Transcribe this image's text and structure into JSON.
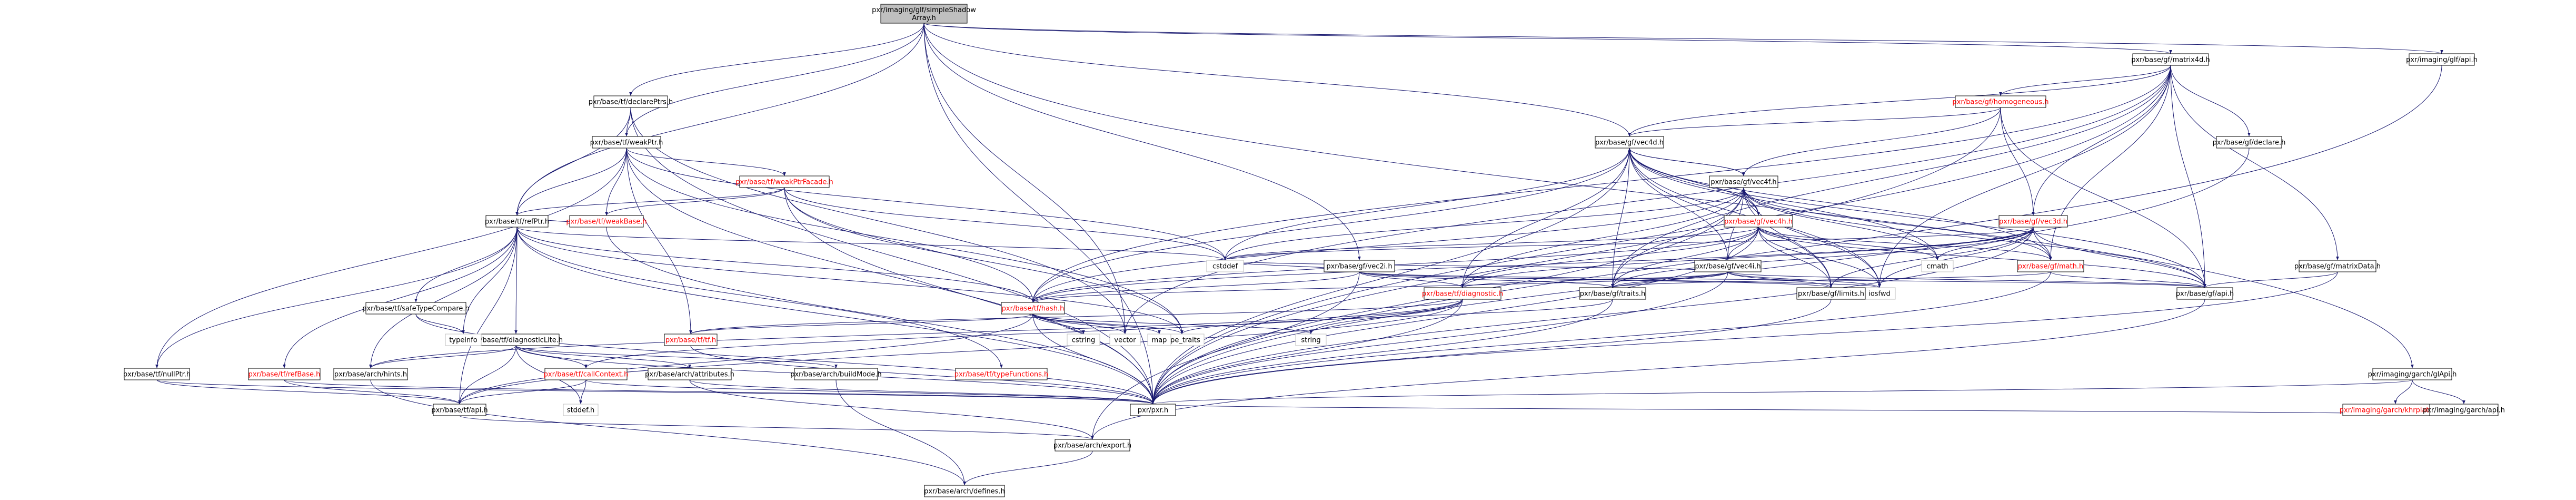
{
  "colors": {
    "edge": "#191970",
    "root_fill": "#bfbfbf",
    "link_text": "#000000",
    "truncated_text": "#ff0000",
    "system_border": "#bfbfbf"
  },
  "nodes": [
    {
      "id": "root",
      "label": "pxr/imaging/glf/simpleShadow\nArray.h",
      "kind": "root"
    },
    {
      "id": "declarePtrs",
      "label": "pxr/base/tf/declarePtrs.h",
      "kind": "link"
    },
    {
      "id": "weakPtr",
      "label": "pxr/base/tf/weakPtr.h",
      "kind": "link"
    },
    {
      "id": "refPtr",
      "label": "pxr/base/tf/refPtr.h",
      "kind": "link"
    },
    {
      "id": "weakPtrFacade",
      "label": "pxr/base/tf/weakPtrFacade.h",
      "kind": "truncated"
    },
    {
      "id": "weakBase",
      "label": "pxr/base/tf/weakBase.h",
      "kind": "truncated"
    },
    {
      "id": "safeTypeCompare",
      "label": "pxr/base/tf/safeTypeCompare.h",
      "kind": "link"
    },
    {
      "id": "diagnosticLite",
      "label": "pxr/base/tf/diagnosticLite.h",
      "kind": "link"
    },
    {
      "id": "nullPtr",
      "label": "pxr/base/tf/nullPtr.h",
      "kind": "link"
    },
    {
      "id": "refBase",
      "label": "pxr/base/tf/refBase.h",
      "kind": "truncated"
    },
    {
      "id": "hints",
      "label": "pxr/base/arch/hints.h",
      "kind": "link"
    },
    {
      "id": "callContext",
      "label": "pxr/base/tf/callContext.h",
      "kind": "truncated"
    },
    {
      "id": "attributes",
      "label": "pxr/base/arch/attributes.h",
      "kind": "link"
    },
    {
      "id": "tfApi",
      "label": "pxr/base/tf/api.h",
      "kind": "link"
    },
    {
      "id": "tfTf",
      "label": "pxr/base/tf/tf.h",
      "kind": "truncated"
    },
    {
      "id": "tfHash",
      "label": "pxr/base/tf/hash.h",
      "kind": "truncated"
    },
    {
      "id": "buildMode",
      "label": "pxr/base/arch/buildMode.h",
      "kind": "link"
    },
    {
      "id": "typeFunctions",
      "label": "pxr/base/tf/typeFunctions.h",
      "kind": "truncated"
    },
    {
      "id": "archExport",
      "label": "pxr/base/arch/export.h",
      "kind": "link"
    },
    {
      "id": "archDefines",
      "label": "pxr/base/arch/defines.h",
      "kind": "link"
    },
    {
      "id": "pxr",
      "label": "pxr/pxr.h",
      "kind": "link"
    },
    {
      "id": "typeinfo",
      "label": "typeinfo",
      "kind": "system"
    },
    {
      "id": "cstddef",
      "label": "cstddef",
      "kind": "system"
    },
    {
      "id": "vector",
      "label": "vector",
      "kind": "system"
    },
    {
      "id": "type_traits",
      "label": "type_traits",
      "kind": "system"
    },
    {
      "id": "cstring",
      "label": "cstring",
      "kind": "system"
    },
    {
      "id": "map",
      "label": "map",
      "kind": "system"
    },
    {
      "id": "string",
      "label": "string",
      "kind": "system"
    },
    {
      "id": "stddef",
      "label": "stddef.h",
      "kind": "system"
    },
    {
      "id": "cmath",
      "label": "cmath",
      "kind": "system"
    },
    {
      "id": "iosfwd",
      "label": "iosfwd",
      "kind": "system"
    },
    {
      "id": "vec2i",
      "label": "pxr/base/gf/vec2i.h",
      "kind": "link"
    },
    {
      "id": "vec4d",
      "label": "pxr/base/gf/vec4d.h",
      "kind": "link"
    },
    {
      "id": "vec4f",
      "label": "pxr/base/gf/vec4f.h",
      "kind": "link"
    },
    {
      "id": "vec4h",
      "label": "pxr/base/gf/vec4h.h",
      "kind": "truncated"
    },
    {
      "id": "vec4i",
      "label": "pxr/base/gf/vec4i.h",
      "kind": "link"
    },
    {
      "id": "vec3d",
      "label": "pxr/base/gf/vec3d.h",
      "kind": "truncated"
    },
    {
      "id": "gfMath",
      "label": "pxr/base/gf/math.h",
      "kind": "truncated"
    },
    {
      "id": "diagnostic",
      "label": "pxr/base/tf/diagnostic.h",
      "kind": "truncated"
    },
    {
      "id": "gfTraits",
      "label": "pxr/base/gf/traits.h",
      "kind": "link"
    },
    {
      "id": "gfLimits",
      "label": "pxr/base/gf/limits.h",
      "kind": "link"
    },
    {
      "id": "gfApi",
      "label": "pxr/base/gf/api.h",
      "kind": "link"
    },
    {
      "id": "matrix4d",
      "label": "pxr/base/gf/matrix4d.h",
      "kind": "link"
    },
    {
      "id": "homogeneous",
      "label": "pxr/base/gf/homogeneous.h",
      "kind": "truncated"
    },
    {
      "id": "gfDeclare",
      "label": "pxr/base/gf/declare.h",
      "kind": "link"
    },
    {
      "id": "matrixData",
      "label": "pxr/base/gf/matrixData.h",
      "kind": "link"
    },
    {
      "id": "glfApi",
      "label": "pxr/imaging/glf/api.h",
      "kind": "link"
    },
    {
      "id": "garchGlApi",
      "label": "pxr/imaging/garch/glApi.h",
      "kind": "link"
    },
    {
      "id": "khrplatform",
      "label": "pxr/imaging/garch/khrplatform.h",
      "kind": "truncated"
    },
    {
      "id": "garchApi",
      "label": "pxr/imaging/garch/api.h",
      "kind": "link"
    }
  ],
  "edges": [
    [
      "root",
      "declarePtrs"
    ],
    [
      "root",
      "weakPtr"
    ],
    [
      "root",
      "refPtr"
    ],
    [
      "root",
      "vector"
    ],
    [
      "root",
      "pxr"
    ],
    [
      "root",
      "vec2i"
    ],
    [
      "root",
      "matrix4d"
    ],
    [
      "root",
      "vec4d"
    ],
    [
      "root",
      "glfApi"
    ],
    [
      "root",
      "garchGlApi"
    ],
    [
      "declarePtrs",
      "weakPtr"
    ],
    [
      "declarePtrs",
      "refPtr"
    ],
    [
      "declarePtrs",
      "vector"
    ],
    [
      "declarePtrs",
      "pxr"
    ],
    [
      "weakPtr",
      "refPtr"
    ],
    [
      "weakPtr",
      "weakPtrFacade"
    ],
    [
      "weakPtr",
      "weakBase"
    ],
    [
      "weakPtr",
      "nullPtr"
    ],
    [
      "weakPtr",
      "tfTf"
    ],
    [
      "weakPtr",
      "cstddef"
    ],
    [
      "weakPtr",
      "type_traits"
    ],
    [
      "weakPtr",
      "pxr"
    ],
    [
      "weakPtrFacade",
      "refPtr"
    ],
    [
      "weakPtrFacade",
      "weakBase"
    ],
    [
      "weakPtrFacade",
      "tfHash"
    ],
    [
      "weakPtrFacade",
      "cstddef"
    ],
    [
      "weakPtrFacade",
      "type_traits"
    ],
    [
      "weakPtrFacade",
      "pxr"
    ],
    [
      "weakBase",
      "refPtr"
    ],
    [
      "weakBase",
      "pxr"
    ],
    [
      "refPtr",
      "safeTypeCompare"
    ],
    [
      "refPtr",
      "diagnosticLite"
    ],
    [
      "refPtr",
      "nullPtr"
    ],
    [
      "refPtr",
      "refBase"
    ],
    [
      "refPtr",
      "hints"
    ],
    [
      "refPtr",
      "tfApi"
    ],
    [
      "refPtr",
      "tfHash"
    ],
    [
      "refPtr",
      "typeinfo"
    ],
    [
      "refPtr",
      "cstddef"
    ],
    [
      "refPtr",
      "type_traits"
    ],
    [
      "refPtr",
      "typeFunctions"
    ],
    [
      "refPtr",
      "pxr"
    ],
    [
      "safeTypeCompare",
      "typeinfo"
    ],
    [
      "safeTypeCompare",
      "pxr"
    ],
    [
      "diagnosticLite",
      "tfApi"
    ],
    [
      "diagnosticLite",
      "callContext"
    ],
    [
      "diagnosticLite",
      "attributes"
    ],
    [
      "diagnosticLite",
      "buildMode"
    ],
    [
      "diagnosticLite",
      "hints"
    ],
    [
      "diagnosticLite",
      "stddef"
    ],
    [
      "diagnosticLite",
      "pxr"
    ],
    [
      "nullPtr",
      "tfApi"
    ],
    [
      "nullPtr",
      "pxr"
    ],
    [
      "refBase",
      "tfApi"
    ],
    [
      "refBase",
      "pxr"
    ],
    [
      "hints",
      "archDefines"
    ],
    [
      "callContext",
      "tfApi"
    ],
    [
      "callContext",
      "stddef"
    ],
    [
      "callContext",
      "pxr"
    ],
    [
      "attributes",
      "archExport"
    ],
    [
      "attributes",
      "pxr"
    ],
    [
      "tfApi",
      "archExport"
    ],
    [
      "tfHash",
      "tfTf"
    ],
    [
      "tfHash",
      "cstring"
    ],
    [
      "tfHash",
      "map"
    ],
    [
      "tfHash",
      "string"
    ],
    [
      "tfHash",
      "type_traits"
    ],
    [
      "tfHash",
      "vector"
    ],
    [
      "tfHash",
      "pxr"
    ],
    [
      "tfHash",
      "tfApi"
    ],
    [
      "tfTf",
      "pxr"
    ],
    [
      "buildMode",
      "archDefines"
    ],
    [
      "archExport",
      "archDefines"
    ],
    [
      "vec2i",
      "diagnostic"
    ],
    [
      "vec2i",
      "gfApi"
    ],
    [
      "vec2i",
      "gfLimits"
    ],
    [
      "vec2i",
      "gfTraits"
    ],
    [
      "vec2i",
      "tfHash"
    ],
    [
      "vec2i",
      "cstddef"
    ],
    [
      "vec2i",
      "iosfwd"
    ],
    [
      "vec2i",
      "pxr"
    ],
    [
      "vec4d",
      "vec4f"
    ],
    [
      "vec4d",
      "vec4h"
    ],
    [
      "vec4d",
      "vec4i"
    ],
    [
      "vec4d",
      "diagnostic"
    ],
    [
      "vec4d",
      "gfApi"
    ],
    [
      "vec4d",
      "gfLimits"
    ],
    [
      "vec4d",
      "gfTraits"
    ],
    [
      "vec4d",
      "gfMath"
    ],
    [
      "vec4d",
      "tfHash"
    ],
    [
      "vec4d",
      "cstddef"
    ],
    [
      "vec4d",
      "cmath"
    ],
    [
      "vec4d",
      "iosfwd"
    ],
    [
      "vec4d",
      "pxr"
    ],
    [
      "vec4f",
      "vec4d"
    ],
    [
      "vec4f",
      "vec4h"
    ],
    [
      "vec4f",
      "vec4i"
    ],
    [
      "vec4f",
      "diagnostic"
    ],
    [
      "vec4f",
      "gfApi"
    ],
    [
      "vec4f",
      "gfLimits"
    ],
    [
      "vec4f",
      "gfTraits"
    ],
    [
      "vec4f",
      "gfMath"
    ],
    [
      "vec4f",
      "tfHash"
    ],
    [
      "vec4f",
      "cstddef"
    ],
    [
      "vec4f",
      "cmath"
    ],
    [
      "vec4f",
      "iosfwd"
    ],
    [
      "vec4f",
      "pxr"
    ],
    [
      "vec4h",
      "vec4d"
    ],
    [
      "vec4h",
      "vec4f"
    ],
    [
      "vec4h",
      "vec4i"
    ],
    [
      "vec4h",
      "diagnostic"
    ],
    [
      "vec4h",
      "gfApi"
    ],
    [
      "vec4h",
      "gfLimits"
    ],
    [
      "vec4h",
      "gfTraits"
    ],
    [
      "vec4h",
      "gfMath"
    ],
    [
      "vec4h",
      "tfHash"
    ],
    [
      "vec4h",
      "cstddef"
    ],
    [
      "vec4h",
      "cmath"
    ],
    [
      "vec4h",
      "iosfwd"
    ],
    [
      "vec4h",
      "pxr"
    ],
    [
      "vec4i",
      "diagnostic"
    ],
    [
      "vec4i",
      "gfApi"
    ],
    [
      "vec4i",
      "gfLimits"
    ],
    [
      "vec4i",
      "gfTraits"
    ],
    [
      "vec4i",
      "tfHash"
    ],
    [
      "vec4i",
      "cstddef"
    ],
    [
      "vec4i",
      "iosfwd"
    ],
    [
      "vec4i",
      "pxr"
    ],
    [
      "vec3d",
      "diagnostic"
    ],
    [
      "vec3d",
      "gfApi"
    ],
    [
      "vec3d",
      "gfLimits"
    ],
    [
      "vec3d",
      "gfTraits"
    ],
    [
      "vec3d",
      "gfMath"
    ],
    [
      "vec3d",
      "tfHash"
    ],
    [
      "vec3d",
      "cstddef"
    ],
    [
      "vec3d",
      "cmath"
    ],
    [
      "vec3d",
      "iosfwd"
    ],
    [
      "vec3d",
      "pxr"
    ],
    [
      "gfMath",
      "gfTraits"
    ],
    [
      "gfMath",
      "gfApi"
    ],
    [
      "gfMath",
      "pxr"
    ],
    [
      "diagnostic",
      "tfTf"
    ],
    [
      "diagnostic",
      "tfApi"
    ],
    [
      "diagnostic",
      "callContext"
    ],
    [
      "diagnostic",
      "hints"
    ],
    [
      "diagnostic",
      "string"
    ],
    [
      "diagnostic",
      "pxr"
    ],
    [
      "gfTraits",
      "type_traits"
    ],
    [
      "gfTraits",
      "pxr"
    ],
    [
      "gfLimits",
      "pxr"
    ],
    [
      "gfApi",
      "archExport"
    ],
    [
      "matrix4d",
      "matrixData"
    ],
    [
      "matrix4d",
      "vec4d"
    ],
    [
      "matrix4d",
      "gfDeclare"
    ],
    [
      "matrix4d",
      "homogeneous"
    ],
    [
      "matrix4d",
      "gfApi"
    ],
    [
      "matrix4d",
      "gfMath"
    ],
    [
      "matrix4d",
      "vec3d"
    ],
    [
      "matrix4d",
      "gfTraits"
    ],
    [
      "matrix4d",
      "tfHash"
    ],
    [
      "matrix4d",
      "iosfwd"
    ],
    [
      "matrix4d",
      "vector"
    ],
    [
      "matrix4d",
      "pxr"
    ],
    [
      "homogeneous",
      "vec4d"
    ],
    [
      "homogeneous",
      "vec4f"
    ],
    [
      "homogeneous",
      "vec3d"
    ],
    [
      "homogeneous",
      "gfApi"
    ],
    [
      "homogeneous",
      "pxr"
    ],
    [
      "gfDeclare",
      "pxr"
    ],
    [
      "matrixData",
      "gfApi"
    ],
    [
      "matrixData",
      "pxr"
    ],
    [
      "glfApi",
      "archExport"
    ],
    [
      "garchGlApi",
      "khrplatform"
    ],
    [
      "garchGlApi",
      "garchApi"
    ],
    [
      "garchGlApi",
      "pxr"
    ],
    [
      "garchApi",
      "pxr"
    ]
  ]
}
